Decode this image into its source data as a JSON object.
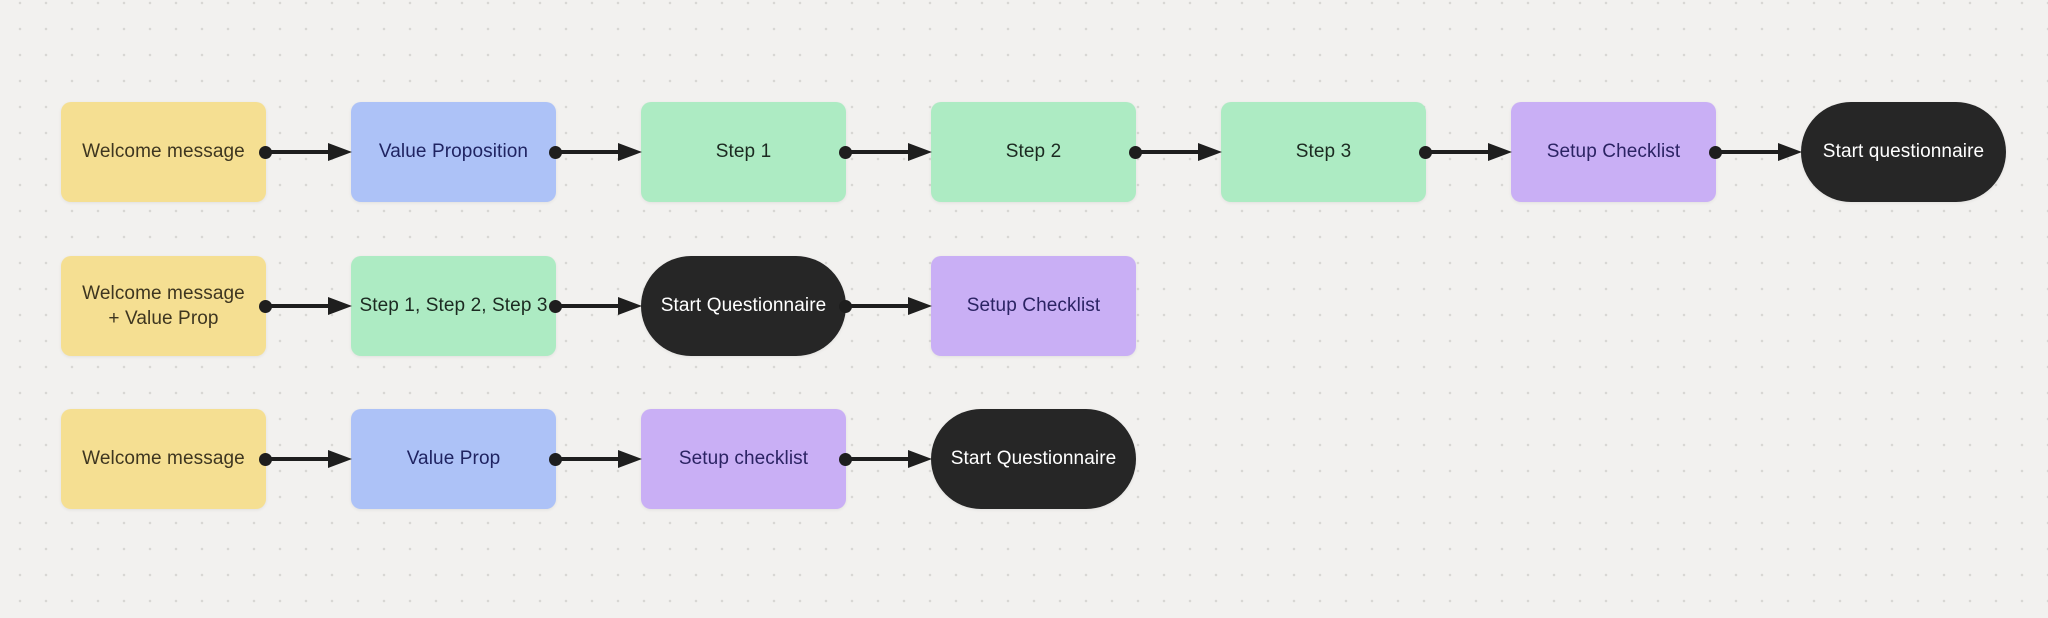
{
  "canvas": {
    "background": "#F2F1EF",
    "dot_color": "#D8D7D4",
    "arrow_color": "#1E1E1E"
  },
  "palette": {
    "yellow": "#F5DF92",
    "yellow_text": "#3E3620",
    "blue": "#ADC2F7",
    "blue_text": "#1F2361",
    "green": "#ADEBC3",
    "green_text": "#1C2A21",
    "purple": "#C9AFF5",
    "purple_text": "#2B2363",
    "dark": "#262626",
    "dark_text": "#FFFFFF"
  },
  "rows": [
    {
      "name": "flow-variant-1",
      "nodes": [
        {
          "label": "Welcome message",
          "type": "yellow",
          "shape": "rect"
        },
        {
          "label": "Value Proposition",
          "type": "blue",
          "shape": "rect"
        },
        {
          "label": "Step 1",
          "type": "green",
          "shape": "rect"
        },
        {
          "label": "Step 2",
          "type": "green",
          "shape": "rect"
        },
        {
          "label": "Step 3",
          "type": "green",
          "shape": "rect"
        },
        {
          "label": "Setup Checklist",
          "type": "purple",
          "shape": "rect"
        },
        {
          "label": "Start questionnaire",
          "type": "dark",
          "shape": "pill"
        }
      ]
    },
    {
      "name": "flow-variant-2",
      "nodes": [
        {
          "label": "Welcome message + Value Prop",
          "type": "yellow",
          "shape": "rect",
          "wrap": true
        },
        {
          "label": "Step 1, Step 2, Step 3",
          "type": "green",
          "shape": "rect"
        },
        {
          "label": "Start Questionnaire",
          "type": "dark",
          "shape": "pill"
        },
        {
          "label": "Setup Checklist",
          "type": "purple",
          "shape": "rect"
        }
      ]
    },
    {
      "name": "flow-variant-3",
      "nodes": [
        {
          "label": "Welcome message",
          "type": "yellow",
          "shape": "rect"
        },
        {
          "label": "Value Prop",
          "type": "blue",
          "shape": "rect"
        },
        {
          "label": "Setup checklist",
          "type": "purple",
          "shape": "rect"
        },
        {
          "label": "Start Questionnaire",
          "type": "dark",
          "shape": "pill"
        }
      ]
    }
  ]
}
